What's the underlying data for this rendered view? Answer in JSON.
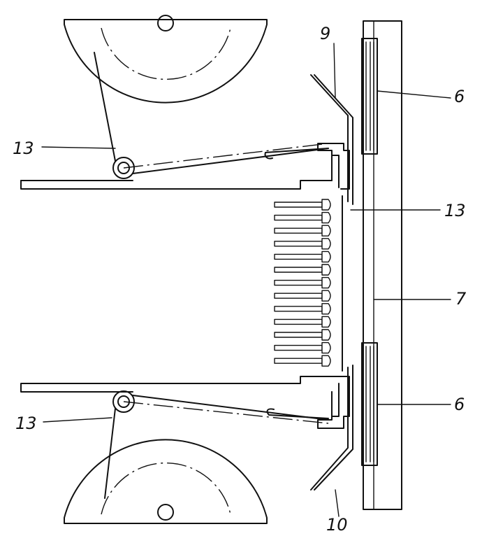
{
  "figure": {
    "reference_labels": {
      "label_9": "9",
      "label_6_top": "6",
      "label_6_bottom": "6",
      "label_13_upper_left": "13",
      "label_13_right": "13",
      "label_13_lower_left": "13",
      "label_7": "7",
      "label_10": "10"
    },
    "colors": {
      "line": "#111111",
      "background": "#ffffff"
    },
    "contact_pin_count": 13
  }
}
